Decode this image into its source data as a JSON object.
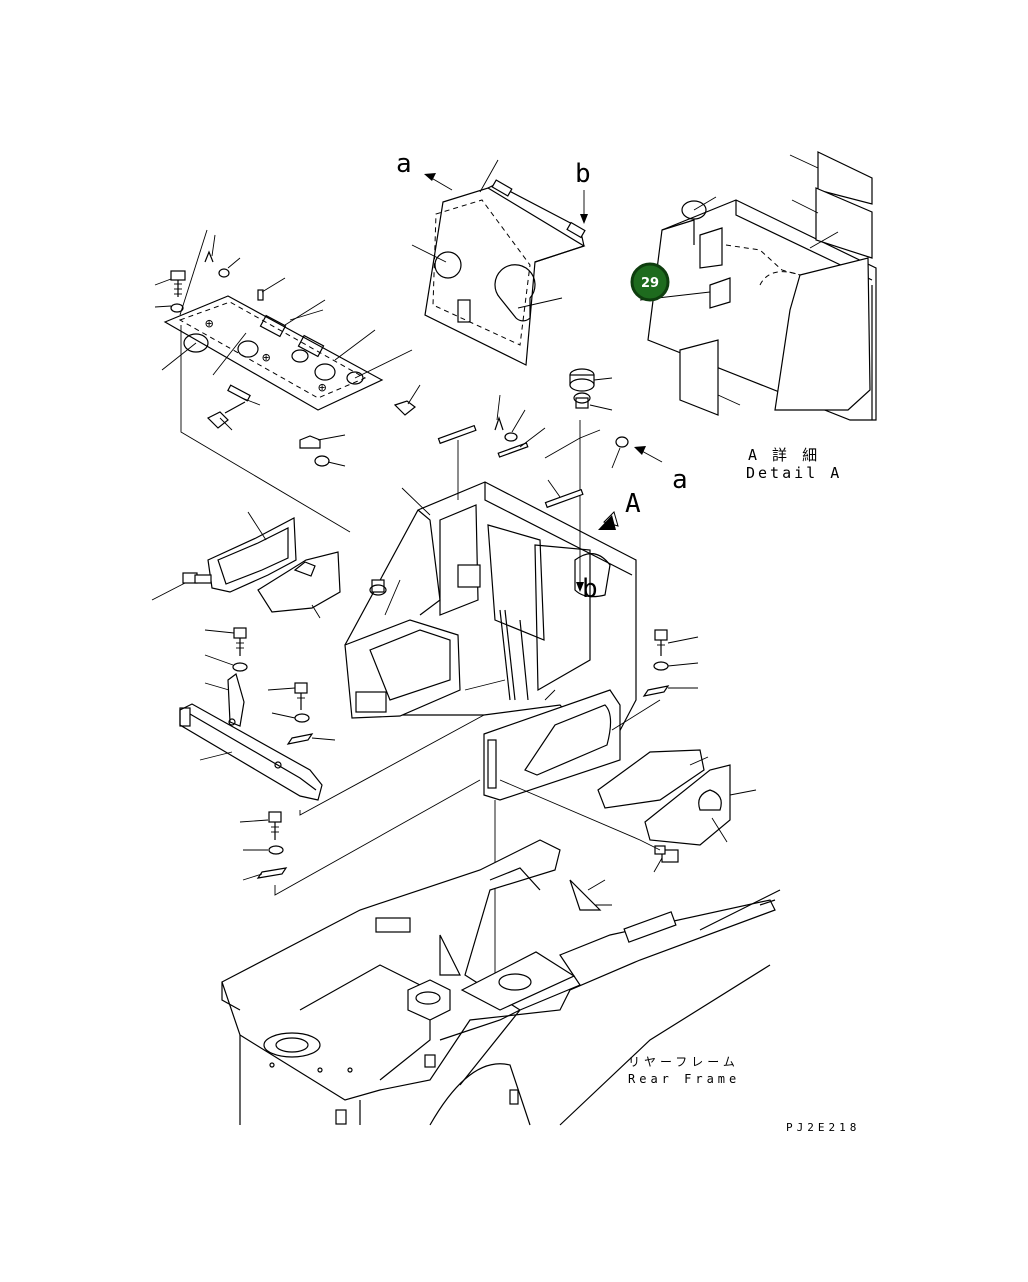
{
  "labels": {
    "view_a_top": "a",
    "view_b_top": "b",
    "view_a_right": "a",
    "view_b_center": "b",
    "view_A": "A",
    "detail_jp": "A 詳 細",
    "detail_en": "Detail A",
    "frame_jp": "リヤーフレーム",
    "frame_en": "Rear Frame",
    "drawing_code": "PJ2E218"
  },
  "callout": {
    "number": "29",
    "color": "#1e6b1e",
    "border": "#0e3d0e"
  }
}
